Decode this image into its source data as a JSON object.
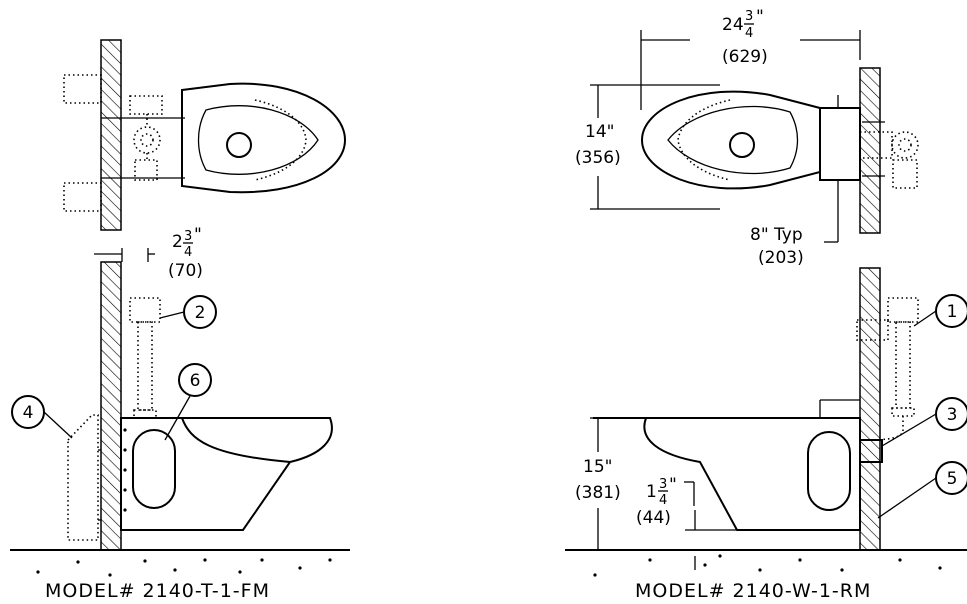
{
  "left_view": {
    "model_label": "MODEL# 2140-T-1-FM",
    "dim_offset": {
      "whole": "2",
      "num": "3",
      "den": "4",
      "mark": "\"",
      "metric": "(70)"
    },
    "callouts": [
      "2",
      "6",
      "4"
    ]
  },
  "right_view": {
    "model_label": "MODEL# 2140-W-1-RM",
    "dim_length": {
      "whole": "24",
      "num": "3",
      "den": "4",
      "mark": "\"",
      "metric": "(629)"
    },
    "dim_width": {
      "value": "14\"",
      "metric": "(356)"
    },
    "dim_spacing": {
      "value": "8\" Typ",
      "metric": "(203)"
    },
    "dim_height": {
      "value": "15\"",
      "metric": "(381)"
    },
    "dim_gap": {
      "whole": "1",
      "num": "3",
      "den": "4",
      "mark": "\"",
      "metric": "(44)"
    },
    "callouts": [
      "1",
      "3",
      "5"
    ]
  }
}
